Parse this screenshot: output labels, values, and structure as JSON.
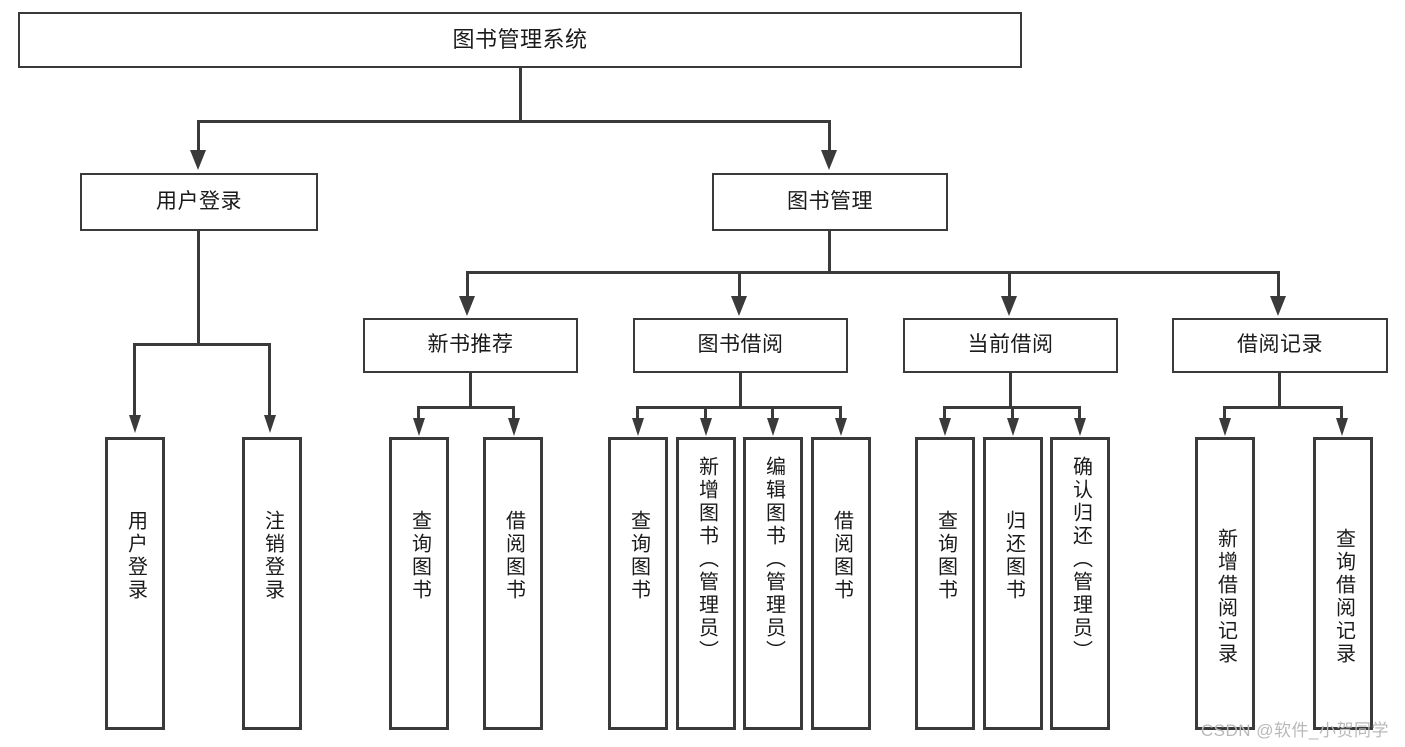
{
  "diagram": {
    "type": "tree-hierarchy-flowchart",
    "root": {
      "label": "图书管理系统"
    },
    "level2": [
      {
        "label": "用户登录"
      },
      {
        "label": "图书管理"
      }
    ],
    "level3": [
      {
        "label": "新书推荐"
      },
      {
        "label": "图书借阅"
      },
      {
        "label": "当前借阅"
      },
      {
        "label": "借阅记录"
      }
    ],
    "leaves": {
      "user_login": [
        {
          "label": "用户登录"
        },
        {
          "label": "注销登录"
        }
      ],
      "new_book_recommend": [
        {
          "label": "查询图书"
        },
        {
          "label": "借阅图书"
        }
      ],
      "book_borrow": [
        {
          "label": "查询图书"
        },
        {
          "label": "新增图书（管理员）"
        },
        {
          "label": "编辑图书（管理员）"
        },
        {
          "label": "借阅图书"
        }
      ],
      "current_borrow": [
        {
          "label": "查询图书"
        },
        {
          "label": "归还图书"
        },
        {
          "label": "确认归还（管理员）"
        }
      ],
      "borrow_record": [
        {
          "label": "新增借阅记录"
        },
        {
          "label": "查询借阅记录"
        }
      ]
    }
  },
  "watermark": {
    "text": "CSDN @软件_小贺同学"
  },
  "colors": {
    "stroke": "#3a3a3a",
    "fill": "#ffffff",
    "text": "#1a1a1a",
    "watermark": "#b9b9b9"
  }
}
